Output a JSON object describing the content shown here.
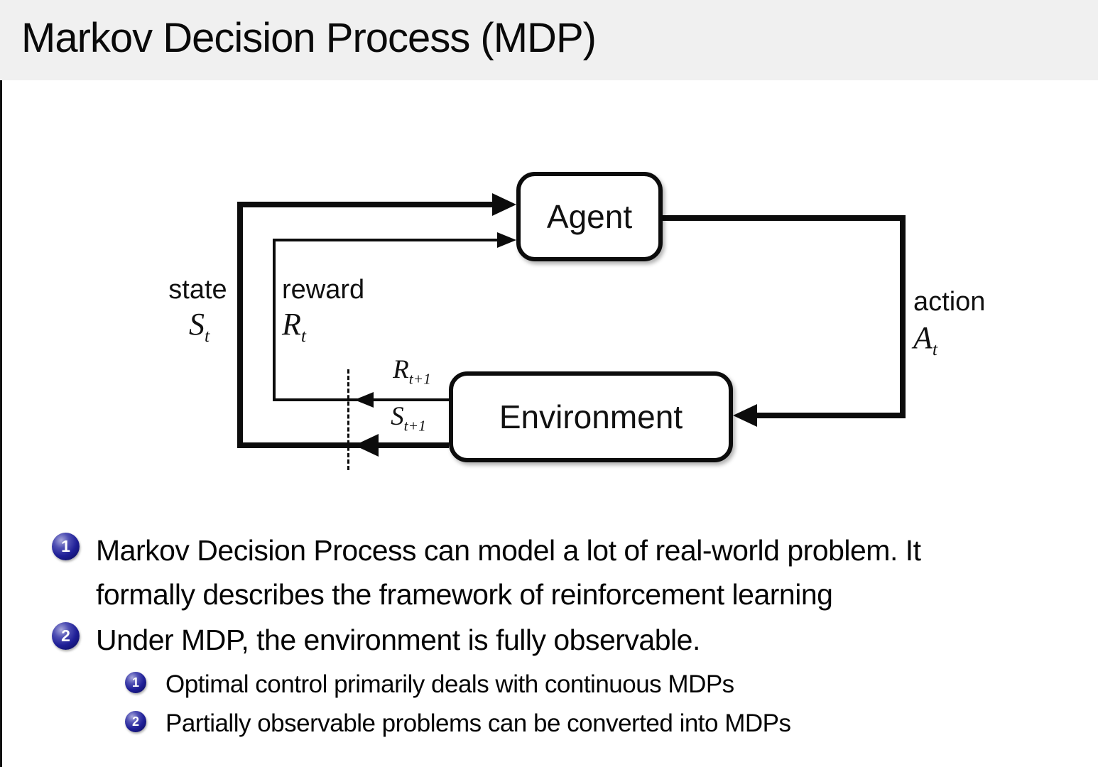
{
  "title": "Markov Decision Process (MDP)",
  "diagram": {
    "agent_label": "Agent",
    "environment_label": "Environment",
    "state_label": "state",
    "state_symbol": {
      "base": "S",
      "sub": "t"
    },
    "reward_label": "reward",
    "reward_symbol": {
      "base": "R",
      "sub": "t"
    },
    "action_label": "action",
    "action_symbol": {
      "base": "A",
      "sub": "t"
    },
    "next_reward_symbol": {
      "base": "R",
      "sub": "t+1"
    },
    "next_state_symbol": {
      "base": "S",
      "sub": "t+1"
    }
  },
  "bullets": [
    {
      "number": "1",
      "text": "Markov Decision Process can model a lot of real-world problem. It\nformally describes the framework of reinforcement learning"
    },
    {
      "number": "2",
      "text": "Under MDP, the environment is fully observable.",
      "sub_items": [
        {
          "number": "1",
          "text": "Optimal control primarily deals with continuous MDPs"
        },
        {
          "number": "2",
          "text": "Partially observable problems can be converted into MDPs"
        }
      ]
    }
  ],
  "colors": {
    "title_band": "#f0f0f0",
    "background": "#ffffff",
    "line": "#0c0c0c",
    "bullet_ball": "#1e1e96"
  }
}
